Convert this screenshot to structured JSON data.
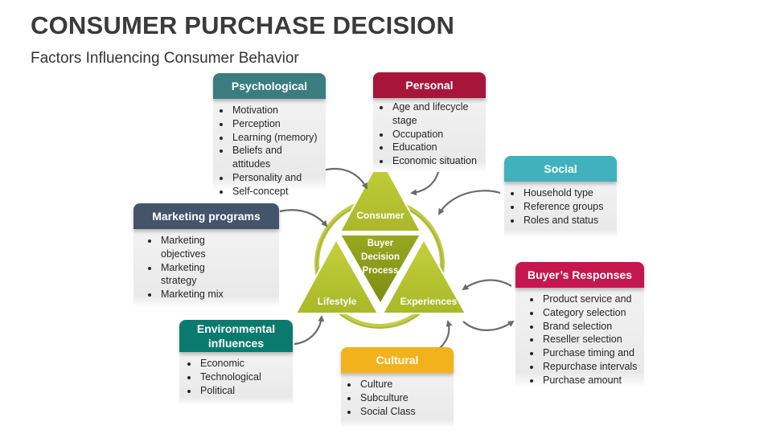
{
  "title": "CONSUMER PURCHASE DECISION",
  "subtitle": "Factors Influencing Consumer Behavior",
  "center": {
    "top": "Consumer",
    "middle_line1": "Buyer",
    "middle_line2": "Decision",
    "middle_line3": "Process",
    "left": "Lifestyle",
    "right": "Experiences"
  },
  "colors": {
    "teal": "#3a7d80",
    "crimson": "#a8153a",
    "aqua": "#41b2bd",
    "slate": "#44546a",
    "green": "#0b7a6e",
    "gold": "#f2b21b",
    "red": "#c5174f",
    "triangle": "#b5c432",
    "triangle_dark": "#8a9a1a"
  },
  "cards": {
    "psychological": {
      "title": "Psychological",
      "items": [
        "Motivation",
        "Perception",
        "Learning (memory)",
        "Beliefs and attitudes",
        "Personality and",
        "Self-concept"
      ]
    },
    "personal": {
      "title": "Personal",
      "items": [
        "Age and lifecycle",
        "stage",
        "Occupation",
        "Education",
        "Economic situation"
      ]
    },
    "social": {
      "title": "Social",
      "items": [
        "Household type",
        "Reference groups",
        "Roles and status"
      ]
    },
    "marketing": {
      "title": "Marketing programs",
      "items": [
        "Marketing",
        "objectives",
        "Marketing",
        "strategy",
        "Marketing mix"
      ]
    },
    "buyer": {
      "title": "Buyer’s Responses",
      "items": [
        "Product service and",
        "Category selection",
        "Brand selection",
        "Reseller selection",
        "Purchase timing and",
        "Repurchase intervals",
        "Purchase amount"
      ]
    },
    "environmental": {
      "title_line1": "Environmental",
      "title_line2": "influences",
      "items": [
        "Economic",
        "Technological",
        "Political"
      ]
    },
    "cultural": {
      "title": "Cultural",
      "items": [
        "Culture",
        "Subculture",
        "Social Class"
      ]
    }
  }
}
